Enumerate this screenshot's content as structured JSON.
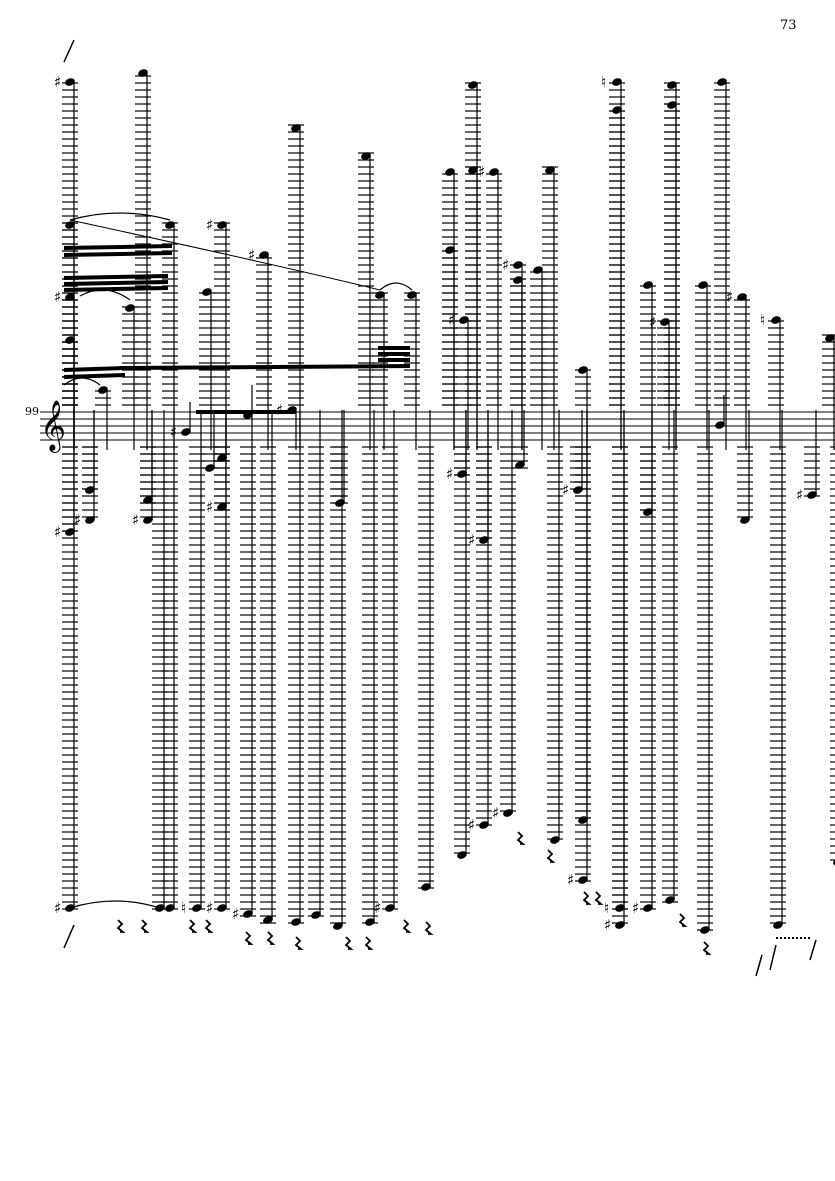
{
  "page": {
    "page_number": "73",
    "measure_number": "99",
    "clef": "treble-clef"
  }
}
